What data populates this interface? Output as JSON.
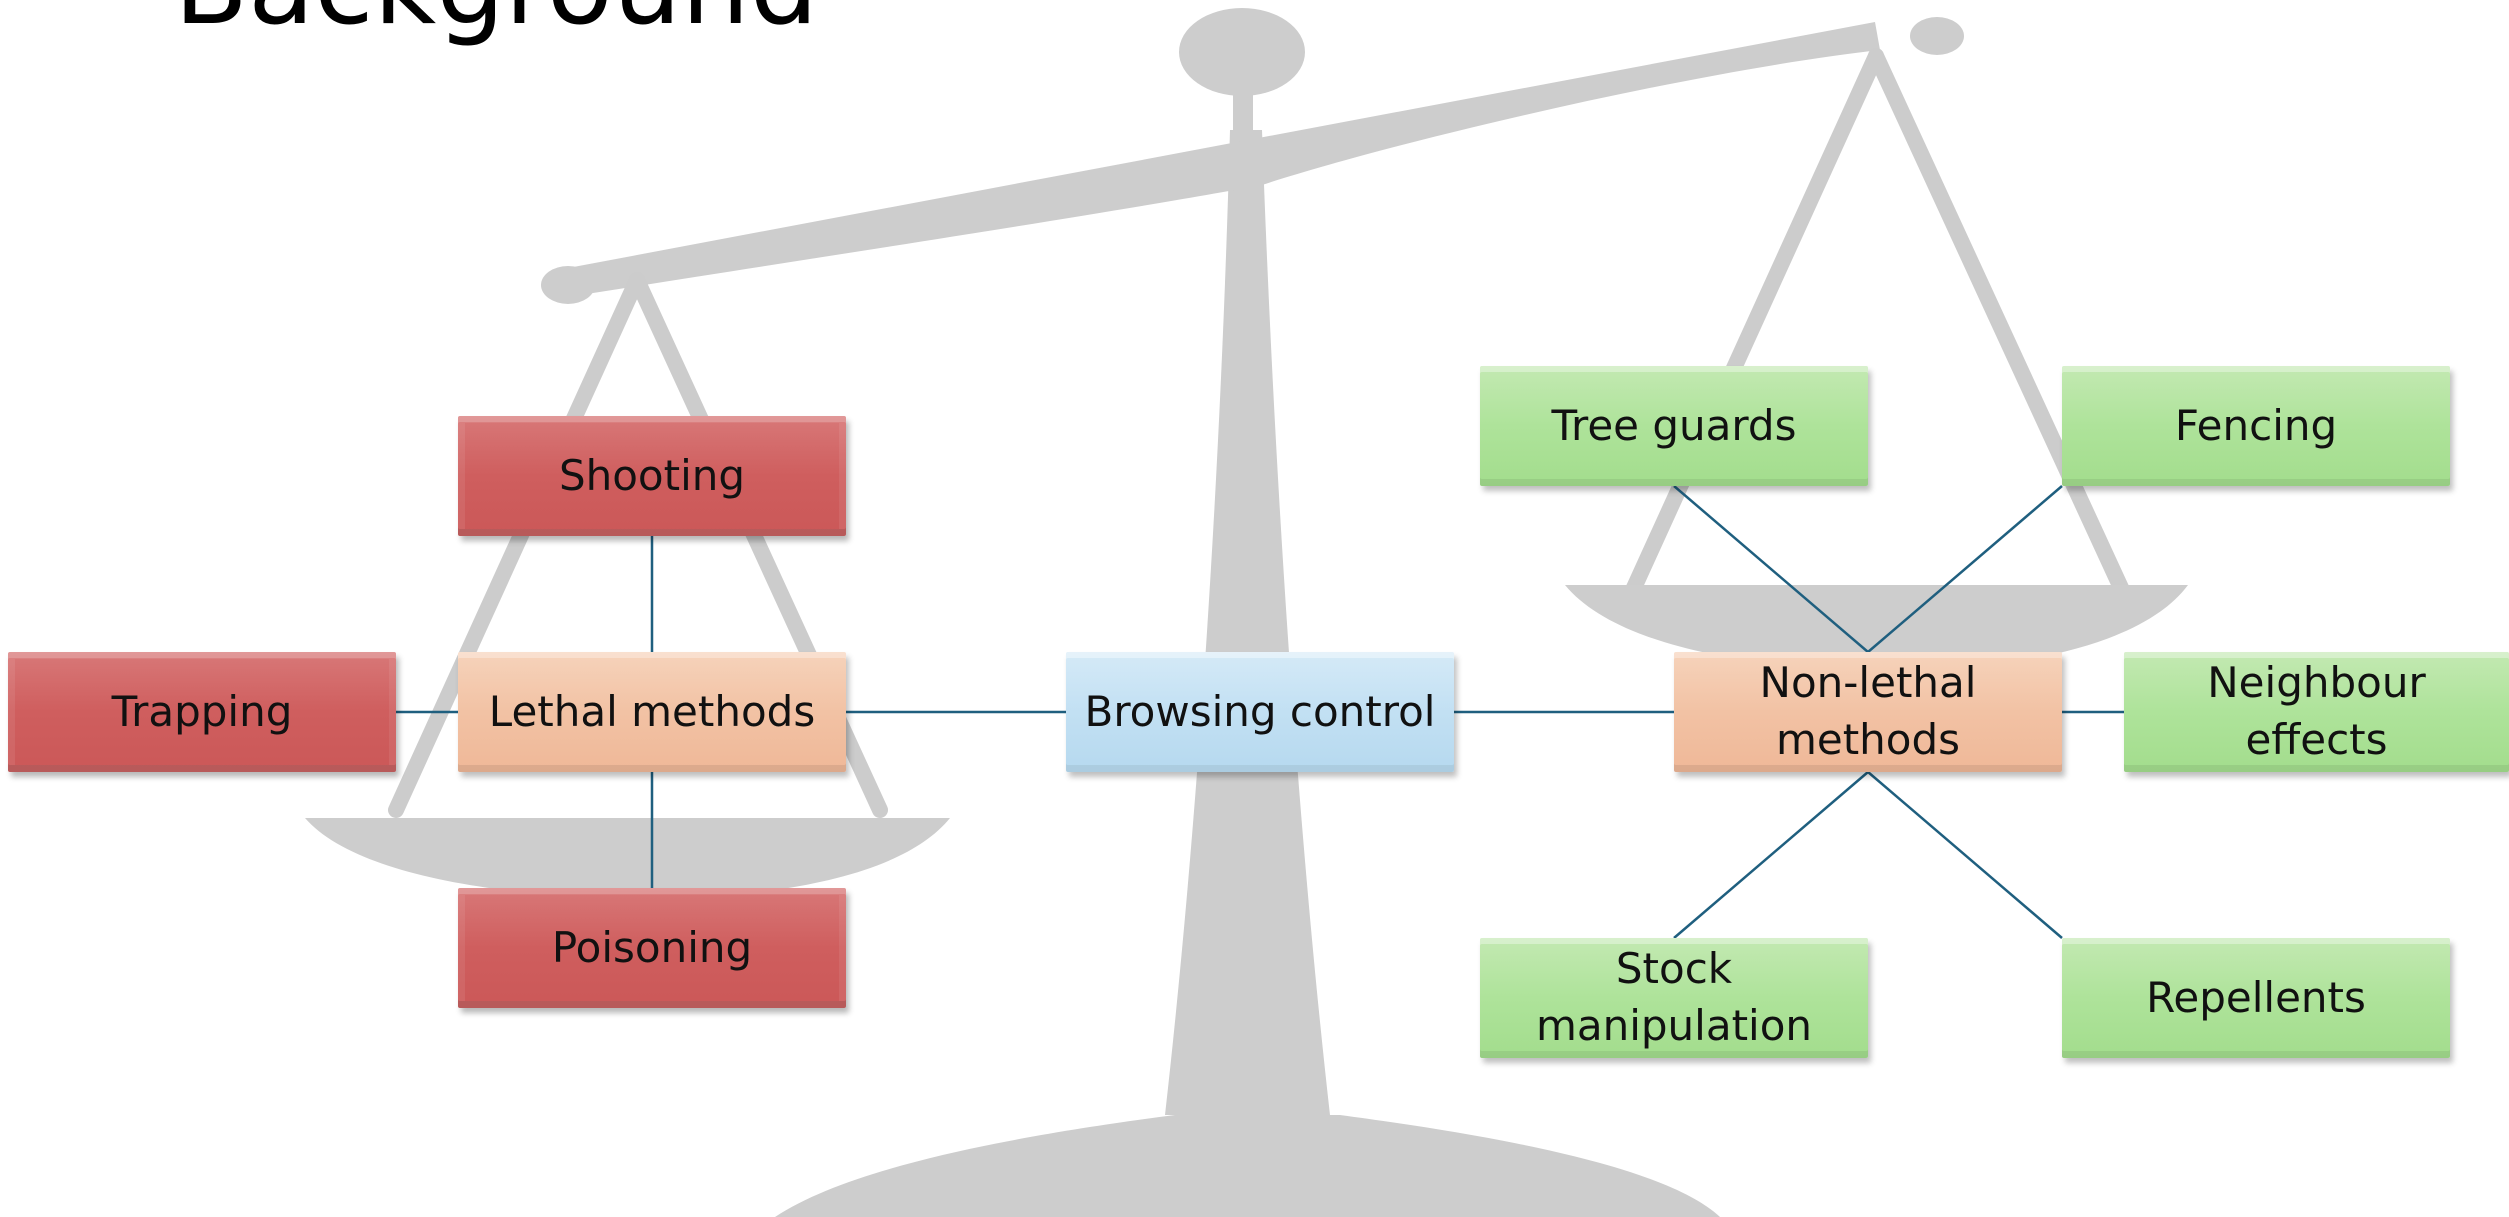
{
  "title": "Background",
  "colors": {
    "lethal": "#cf5e5e",
    "category": "#f2c2a4",
    "center": "#c2e0f3",
    "non_lethal": "#aee39a",
    "connector": "#1f5f7f",
    "scale_silhouette": "#cccccc"
  },
  "nodes": {
    "center": "Browsing control",
    "lethal_methods": "Lethal methods",
    "non_lethal_methods": "Non-lethal methods",
    "shooting": "Shooting",
    "trapping": "Trapping",
    "poisoning": "Poisoning",
    "tree_guards": "Tree guards",
    "fencing": "Fencing",
    "neighbour_effects": "Neighbour effects",
    "stock_manipulation": "Stock manipulation",
    "repellents": "Repellents"
  }
}
